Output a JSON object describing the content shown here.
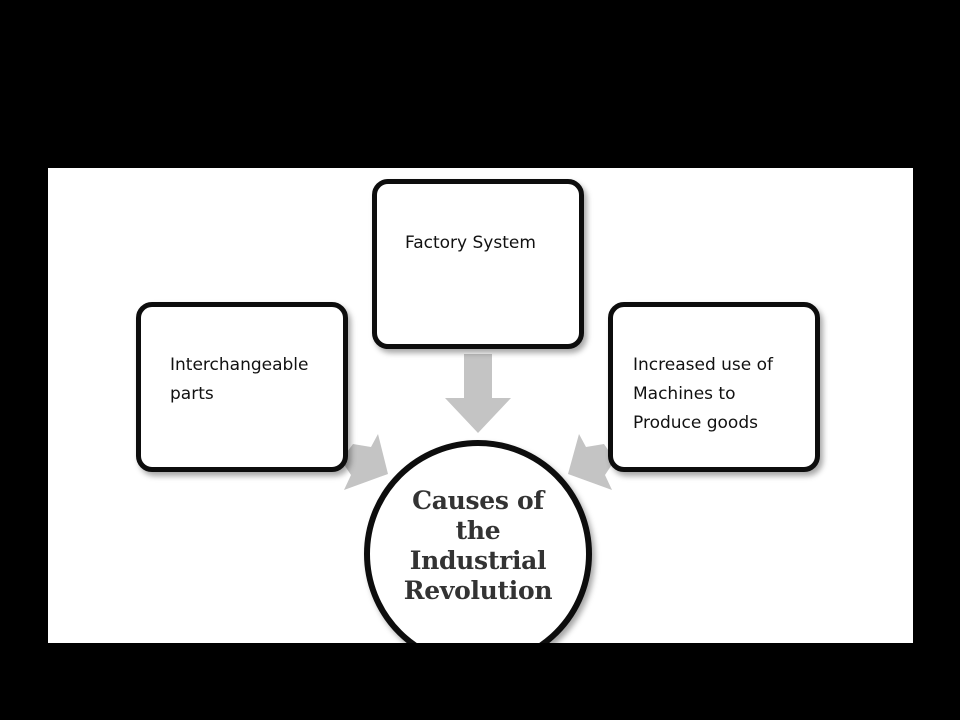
{
  "diagram": {
    "center": {
      "lines": [
        "Causes of",
        "the",
        "Industrial",
        "Revolution"
      ]
    },
    "nodes": {
      "left": {
        "lines": [
          "Interchangeable",
          "parts"
        ]
      },
      "top": {
        "lines": [
          "Factory System"
        ]
      },
      "right": {
        "lines": [
          "Increased use of",
          "Machines to",
          "Produce goods"
        ]
      }
    },
    "colors": {
      "background": "#000000",
      "panel": "#ffffff",
      "border": "#0d0d0d",
      "arrow": "#c4c4c4",
      "center_text": "#333333"
    }
  }
}
